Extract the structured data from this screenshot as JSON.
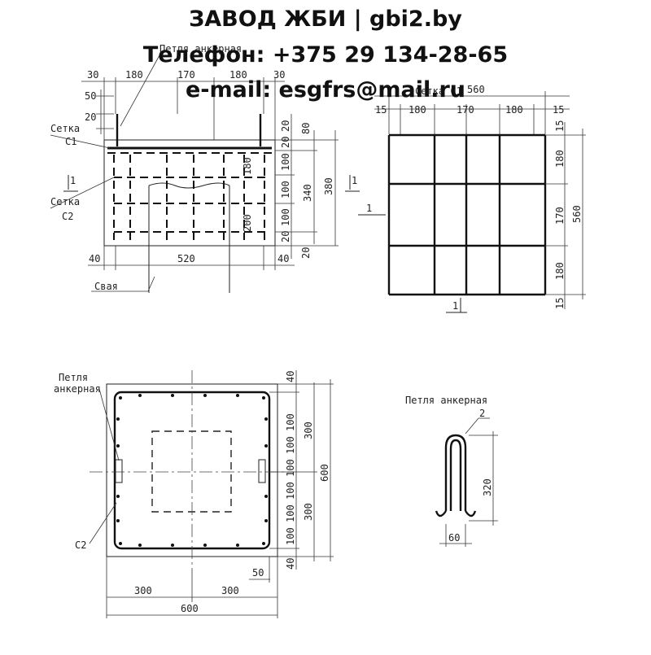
{
  "header": {
    "line1": "ЗАВОД ЖБИ | gbi2.by",
    "line2": "Телефон: +375 29 134-28-65",
    "line3": "e-mail: esgfrs@mail.ru"
  },
  "section_view": {
    "label_loop": "Петля анкерная",
    "label_mesh_c1_a": "Сетка",
    "label_mesh_c1_b": "С1",
    "label_mesh_c2_a": "Сетка",
    "label_mesh_c2_b": "С2",
    "label_pile": "Свая",
    "section_mark": "1",
    "top_dims": [
      "30",
      "180",
      "170",
      "180",
      "30"
    ],
    "left_dims": [
      "50",
      "20"
    ],
    "bottom_dims": [
      "40",
      "520",
      "40"
    ],
    "right_small": [
      "20",
      "80",
      "20",
      "100",
      "100",
      "100",
      "20",
      "20"
    ],
    "right_inner": [
      "180",
      "200"
    ],
    "right_mid": "340",
    "right_total": "380"
  },
  "mesh_view": {
    "title": "Сетка С1",
    "total_top": "560",
    "top_dims": [
      "15",
      "180",
      "170",
      "180",
      "15"
    ],
    "right_dims": [
      "15",
      "180",
      "170",
      "180",
      "15"
    ],
    "right_total": "560",
    "section_mark": "1"
  },
  "plan_view": {
    "label_loop_a": "Петля",
    "label_loop_b": "анкерная",
    "label_c2": "С2",
    "right_dims": [
      "40",
      "100",
      "100",
      "100",
      "100",
      "100",
      "100",
      "40"
    ],
    "right_mid": [
      "300",
      "300"
    ],
    "right_total": "600",
    "small_dim": "50",
    "bottom_dims": [
      "300",
      "300"
    ],
    "bottom_total": "600"
  },
  "loop_detail": {
    "title": "Петля анкерная",
    "mark": "2",
    "height": "320",
    "width": "60"
  }
}
